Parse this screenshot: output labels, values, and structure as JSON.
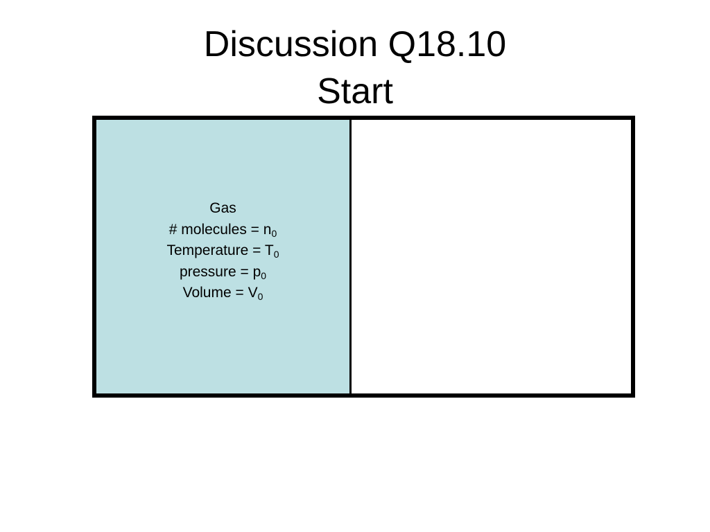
{
  "title": {
    "line1": "Discussion Q18.10",
    "line2": "Start"
  },
  "diagram": {
    "gas_label": "Gas",
    "properties": [
      {
        "text": "# molecules = n",
        "subscript": "0"
      },
      {
        "text": "Temperature = T",
        "subscript": "0"
      },
      {
        "text": "pressure = p",
        "subscript": "0"
      },
      {
        "text": "Volume = V",
        "subscript": "0"
      }
    ]
  },
  "colors": {
    "gas_fill": "#bde0e3",
    "border": "#000000",
    "empty_fill": "#ffffff"
  }
}
